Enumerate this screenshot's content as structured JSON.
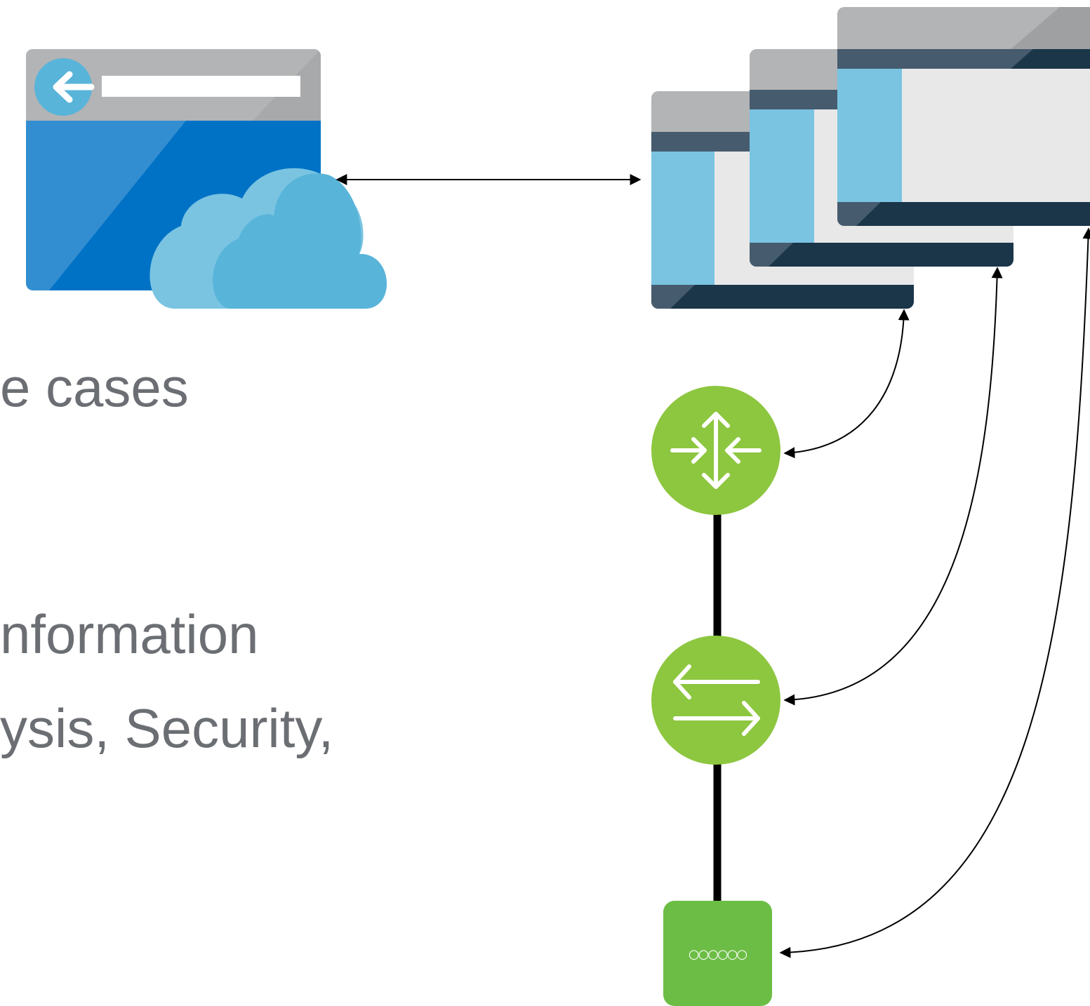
{
  "text": {
    "line1": "e cases",
    "line2": "nformation",
    "line3": "ysis, Security,"
  },
  "icons": {
    "web_app": "web-app-cloud-icon",
    "vm_stack": "virtual-machines-stack-icon",
    "router": "router-icon",
    "switch": "switch-icon",
    "appliance": "network-appliance-icon",
    "appliance_label": "○○○○○○"
  },
  "colors": {
    "azure_blue": "#0072c6",
    "light_blue": "#59b4d9",
    "pale_blue": "#7ac4e2",
    "title_gray": "#b3b4b5",
    "dark_navy": "#1b3549",
    "slate": "#465b6d",
    "panel_gray": "#e8e8e8",
    "network_green": "#8dc63f",
    "appliance_green": "#6cbd45",
    "text_gray": "#6b6e73"
  }
}
